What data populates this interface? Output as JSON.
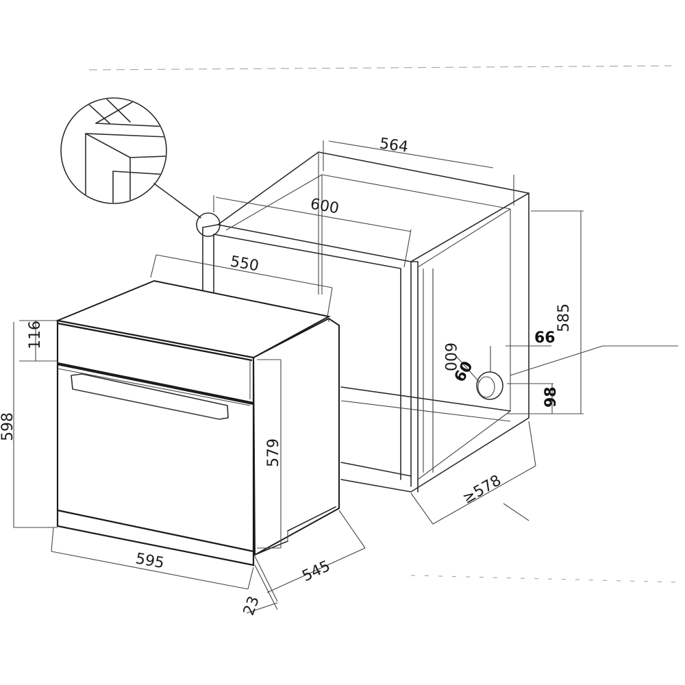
{
  "dimensions": {
    "cabinet_depth": "564",
    "cabinet_width": "600",
    "oven_top_depth": "550",
    "cabinet_height": "585",
    "niche_height": "600",
    "vent_offset": "66",
    "vent_diameter": "60",
    "vent_bottom": "98",
    "min_depth": "≥578",
    "panel_height": "116",
    "oven_height": "598",
    "body_height": "579",
    "oven_width": "595",
    "body_depth": "545",
    "front_thickness": "23"
  },
  "icons": [
    "detail-magnifier-icon",
    "vent-hole-icon"
  ]
}
